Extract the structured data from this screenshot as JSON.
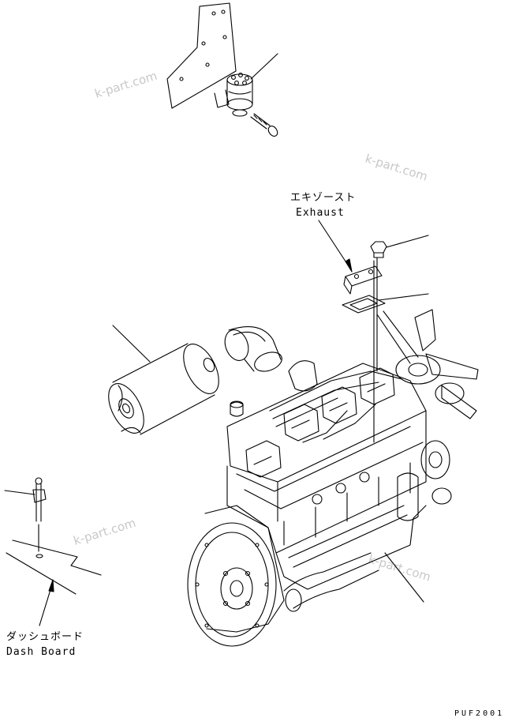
{
  "labels": {
    "exhaust_jp": "エキゾースト",
    "exhaust_en": "Exhaust",
    "dash_jp": "ダッシュボード",
    "dash_en": "Dash Board"
  },
  "watermark": "k-part.com",
  "drawing_code": "PUF2001",
  "colors": {
    "line": "#000000",
    "watermark": "#c8c8c8"
  }
}
